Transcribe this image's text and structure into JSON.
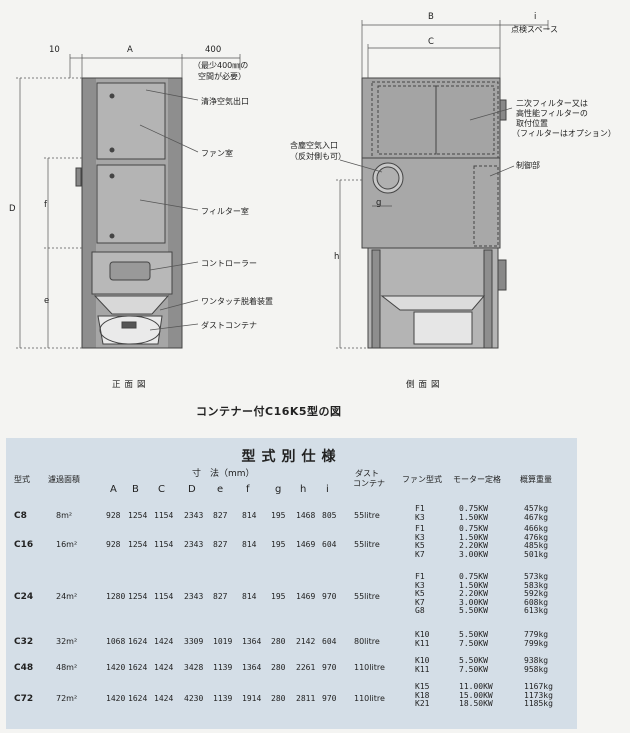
{
  "front_view": {
    "dims_top": {
      "ten": "10",
      "a": "A",
      "four_hundred": "400"
    },
    "note": [
      "（最少400㎜の",
      "空間が必要）"
    ],
    "dims_side": {
      "d": "D",
      "f": "f",
      "e": "e"
    },
    "labels": [
      "清浄空気出口",
      "ファン室",
      "フィルター室",
      "コントローラー",
      "ワンタッチ脱着装置",
      "ダストコンテナ"
    ],
    "caption": "正面図"
  },
  "side_view": {
    "dims_top": {
      "b": "B",
      "i": "i",
      "c": "C"
    },
    "maintenance_space": "点検スペース",
    "labels": {
      "secondary_filter": [
        "二次フィルター又は",
        "高性能フィルターの",
        "取付位置",
        "（フィルターはオプション）"
      ],
      "inlet": [
        "含塵空気入口",
        "（反対側も可）"
      ],
      "control": "制御部"
    },
    "dims_side": {
      "g": "g",
      "h": "h"
    },
    "caption": "側面図"
  },
  "figure_title": "コンテナー付C16K5型の図",
  "spec": {
    "title": "型式別仕様",
    "headers": {
      "model": "型式",
      "area": "濾過面積",
      "dims": "寸　法（mm）",
      "letters": [
        "A",
        "B",
        "C",
        "D",
        "e",
        "f",
        "g",
        "h",
        "i"
      ],
      "dust": [
        "ダスト",
        "コンテナ"
      ],
      "fan": "ファン型式",
      "motor": "モーター定格",
      "weight": "概算重量"
    },
    "rows": [
      {
        "model": "C8",
        "area": "8m²",
        "dims": [
          "928",
          "1254",
          "1154",
          "2343",
          "827",
          "814",
          "195",
          "1468",
          "805"
        ],
        "container": "55litre",
        "fans": [
          "F1",
          "K3"
        ],
        "motors": [
          "0.75KW",
          "1.50KW"
        ],
        "weights": [
          "457kg",
          "467kg"
        ]
      },
      {
        "model": "C16",
        "area": "16m²",
        "dims": [
          "928",
          "1254",
          "1154",
          "2343",
          "827",
          "814",
          "195",
          "1469",
          "604"
        ],
        "container": "55litre",
        "fans": [
          "F1",
          "K3",
          "K5",
          "K7"
        ],
        "motors": [
          "0.75KW",
          "1.50KW",
          "2.20KW",
          "3.00KW"
        ],
        "weights": [
          "466kg",
          "476kg",
          "485kg",
          "501kg"
        ]
      },
      {
        "model": "C24",
        "area": "24m²",
        "dims": [
          "1280",
          "1254",
          "1154",
          "2343",
          "827",
          "814",
          "195",
          "1469",
          "970"
        ],
        "container": "55litre",
        "fans": [
          "F1",
          "K3",
          "K5",
          "K7",
          "G8"
        ],
        "motors": [
          "0.75KW",
          "1.50KW",
          "2.20KW",
          "3.00KW",
          "5.50KW"
        ],
        "weights": [
          "573kg",
          "583kg",
          "592kg",
          "608kg",
          "613kg"
        ]
      },
      {
        "model": "C32",
        "area": "32m²",
        "dims": [
          "1068",
          "1624",
          "1424",
          "3309",
          "1019",
          "1364",
          "280",
          "2142",
          "604"
        ],
        "container": "80litre",
        "fans": [
          "K10",
          "K11"
        ],
        "motors": [
          "5.50KW",
          "7.50KW"
        ],
        "weights": [
          "779kg",
          "799kg"
        ]
      },
      {
        "model": "C48",
        "area": "48m²",
        "dims": [
          "1420",
          "1624",
          "1424",
          "3428",
          "1139",
          "1364",
          "280",
          "2261",
          "970"
        ],
        "container": "110litre",
        "fans": [
          "K10",
          "K11"
        ],
        "motors": [
          "5.50KW",
          "7.50KW"
        ],
        "weights": [
          "938kg",
          "958kg"
        ]
      },
      {
        "model": "C72",
        "area": "72m²",
        "dims": [
          "1420",
          "1624",
          "1424",
          "4230",
          "1139",
          "1914",
          "280",
          "2811",
          "970"
        ],
        "container": "110litre",
        "fans": [
          "K15",
          "K18",
          "K21"
        ],
        "motors": [
          "11.00KW",
          "15.00KW",
          "18.50KW"
        ],
        "weights": [
          "1167kg",
          "1173kg",
          "1185kg"
        ]
      }
    ]
  }
}
